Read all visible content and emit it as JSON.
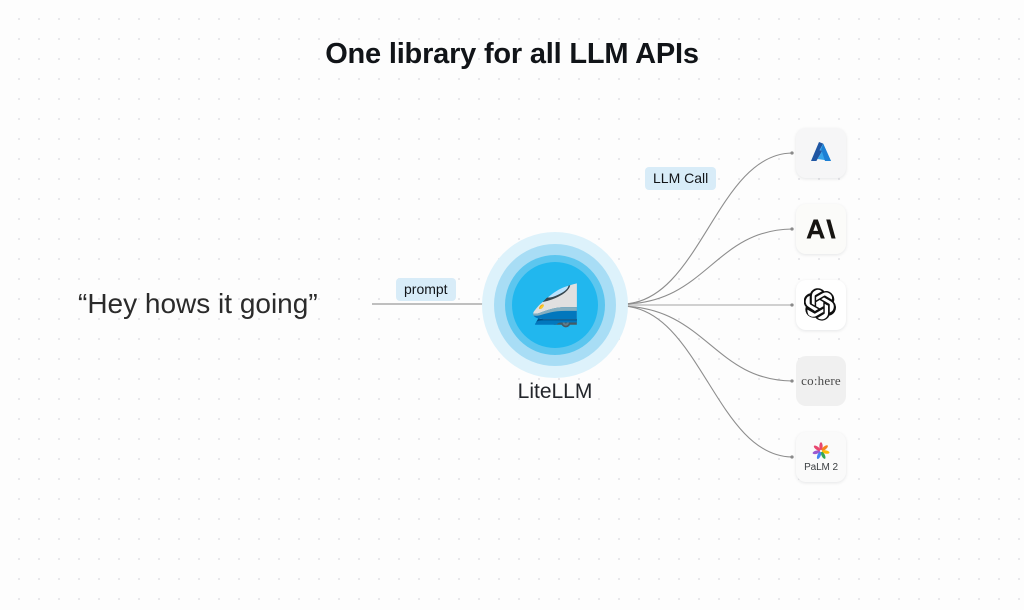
{
  "page": {
    "title": "One library for all LLM APIs",
    "background_color": "#fdfdfd",
    "grid_dot_color": "#e4e4e8"
  },
  "input": {
    "prompt_text": "“Hey hows it going”"
  },
  "edges": [
    {
      "id": "prompt-edge",
      "label": "prompt",
      "label_color": "#d8ecf8",
      "from": "user-prompt",
      "to": "litellm-node"
    },
    {
      "id": "llm-call-edge",
      "label": "LLM Call",
      "label_color": "#d8ecf8",
      "from": "litellm-node",
      "to": "providers"
    }
  ],
  "center_node": {
    "label": "LiteLLM",
    "icon": "bullet-train-icon",
    "icon_glyph": "🚄",
    "core_color": "#21b7ee",
    "ring_colors": [
      "#ddf2fb",
      "#a8ddf5",
      "#5cc6ef",
      "#21b7ee"
    ]
  },
  "providers": [
    {
      "id": "azure",
      "name": "Azure",
      "icon": "azure-logo-icon",
      "label": "",
      "tile_color": "#f6f6f7"
    },
    {
      "id": "anthropic",
      "name": "Anthropic",
      "icon": "anthropic-logo-icon",
      "label": "",
      "tile_color": "#fbfbf9"
    },
    {
      "id": "openai",
      "name": "OpenAI",
      "icon": "openai-logo-icon",
      "label": "",
      "tile_color": "#ffffff"
    },
    {
      "id": "cohere",
      "name": "Cohere",
      "icon": "cohere-wordmark-icon",
      "label": "co:here",
      "tile_color": "#f0f0f0"
    },
    {
      "id": "palm",
      "name": "PaLM 2",
      "icon": "palm-pinwheel-icon",
      "label": "PaLM 2",
      "tile_color": "#fafafa"
    }
  ]
}
